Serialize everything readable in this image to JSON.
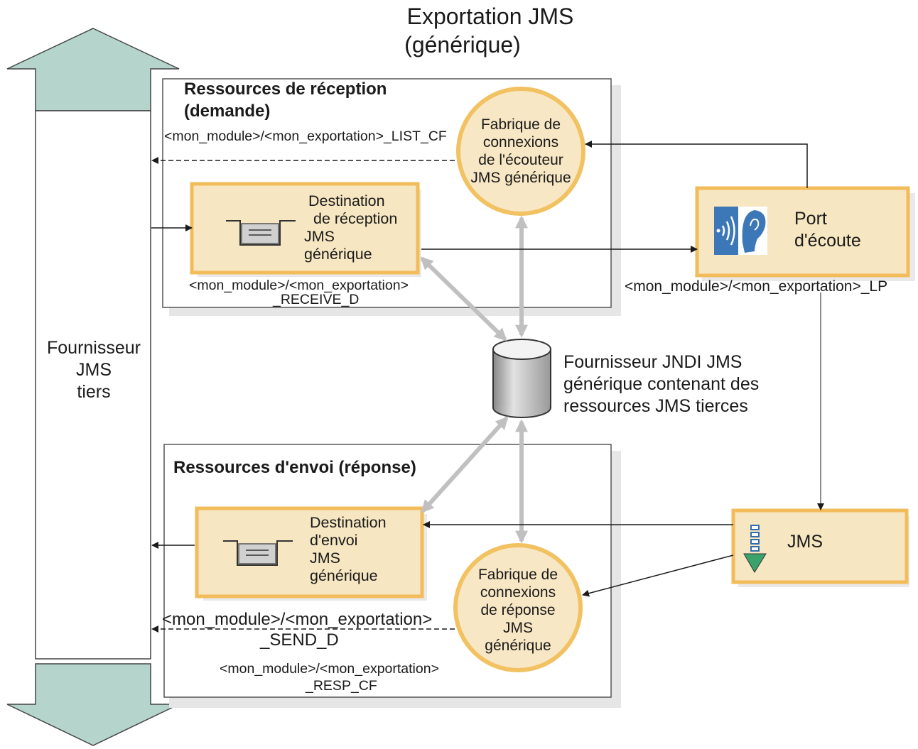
{
  "title": [
    "Exportation JMS",
    "(générique)"
  ],
  "provider": {
    "label": [
      "Fournisseur",
      "JMS",
      "tiers"
    ]
  },
  "receive_section": {
    "title": [
      "Ressources de réception",
      "(demande)"
    ],
    "cf_name": "<mon_module>/<mon_exportation>_LIST_CF",
    "cf_label": [
      "Fabrique de",
      "connexions",
      "de l'écouteur",
      "JMS générique"
    ],
    "dest_label": [
      "Destination",
      "de réception",
      "JMS",
      "générique"
    ],
    "dest_name": [
      "<mon_module>/<mon_exportation>",
      "_RECEIVE_D"
    ]
  },
  "listener_port": {
    "label": [
      "Port",
      "d'écoute"
    ],
    "name": "<mon_module>/<mon_exportation>_LP",
    "icon": "ear-icon"
  },
  "jndi": {
    "label": [
      "Fournisseur JNDI JMS",
      "générique contenant des",
      "ressources JMS tierces"
    ],
    "icon": "database-cylinder-icon"
  },
  "send_section": {
    "title": "Ressources d'envoi (réponse)",
    "dest_label": [
      "Destination",
      "d'envoi",
      "JMS",
      "générique"
    ],
    "dest_name": [
      "<mon_module>/<mon_exportation>",
      "_SEND_D"
    ],
    "cf_label": [
      "Fabrique de",
      "connexions",
      "de réponse",
      "JMS",
      "générique"
    ],
    "cf_name": [
      "<mon_module>/<mon_exportation>",
      "_RESP_CF"
    ]
  },
  "jms_box": {
    "label": "JMS",
    "icon": "jms-export-icon"
  },
  "colors": {
    "arrow_teal": "#b5d5cc",
    "box_fill": "#f6e6c1",
    "box_border": "#f2bc5a",
    "circle_fill": "#f8e7c4",
    "circle_border": "#f2c262",
    "bidirectional_arrow": "#c0c0c0"
  }
}
